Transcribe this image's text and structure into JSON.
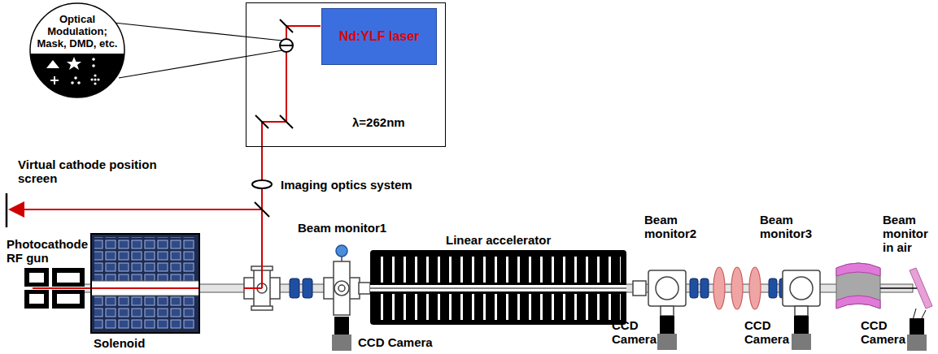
{
  "diagram": {
    "nodes": [
      {
        "text": [
          "Optical Modulation; Mask, DMD, etc."
        ]
      },
      {
        "text": [
          "λ=262nm"
        ]
      },
      {
        "text": [
          "Nd:YLF laser"
        ],
        "in": 1
      }
    ],
    "labels": [
      "Virtual cathode position screen",
      "Imaging optics system",
      "Photocathode RF gun",
      "Solenoid",
      "Beam monitor1",
      "CCD Camera",
      "Linear accelerator",
      "Beam monitor2",
      "CCD Camera",
      "Beam monitor3",
      "CCD Camera",
      "Beam monitor in air",
      "CCD Camera"
    ]
  }
}
